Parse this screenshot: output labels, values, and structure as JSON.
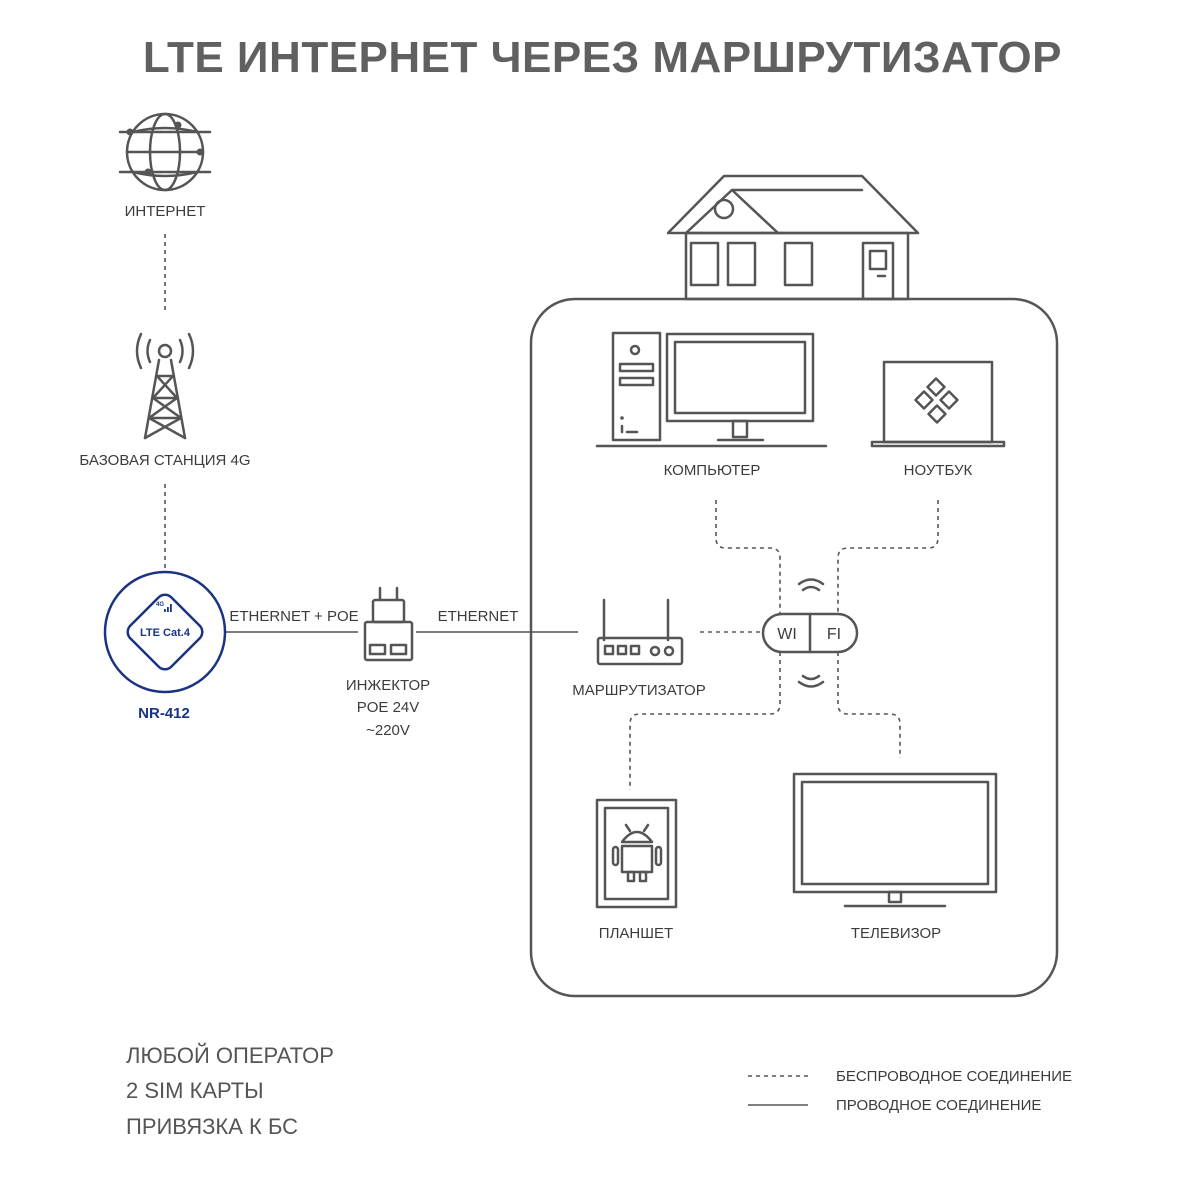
{
  "title": "LTE ИНТЕРНЕТ ЧЕРЕЗ МАРШРУТИЗАТОР",
  "colors": {
    "brand": "#1a3483",
    "ink": "#555555"
  },
  "nodes": {
    "internet": "ИНТЕРНЕТ",
    "base_station": "БАЗОВАЯ СТАНЦИЯ 4G",
    "device": {
      "name": "NR-412",
      "badge": "LTE Cat.4",
      "signal": "4G"
    },
    "injector": [
      "ИНЖЕКТОР",
      "POE 24V",
      "~220V"
    ],
    "router": "МАРШРУТИЗАТОР",
    "computer": "КОМПЬЮТЕР",
    "laptop": "НОУТБУК",
    "tablet": "ПЛАНШЕТ",
    "tv": "ТЕЛЕВИЗОР",
    "wifi": {
      "left": "WI",
      "right": "FI"
    }
  },
  "links": {
    "ethernet_poe": "ETHERNET + POE",
    "ethernet": "ETHERNET"
  },
  "features": [
    "ЛЮБОЙ ОПЕРАТОР",
    "2 SIM КАРТЫ",
    "ПРИВЯЗКА К БС"
  ],
  "legend": {
    "wireless": "БЕСПРОВОДНОЕ СОЕДИНЕНИЕ",
    "wired": "ПРОВОДНОЕ СОЕДИНЕНИЕ"
  }
}
